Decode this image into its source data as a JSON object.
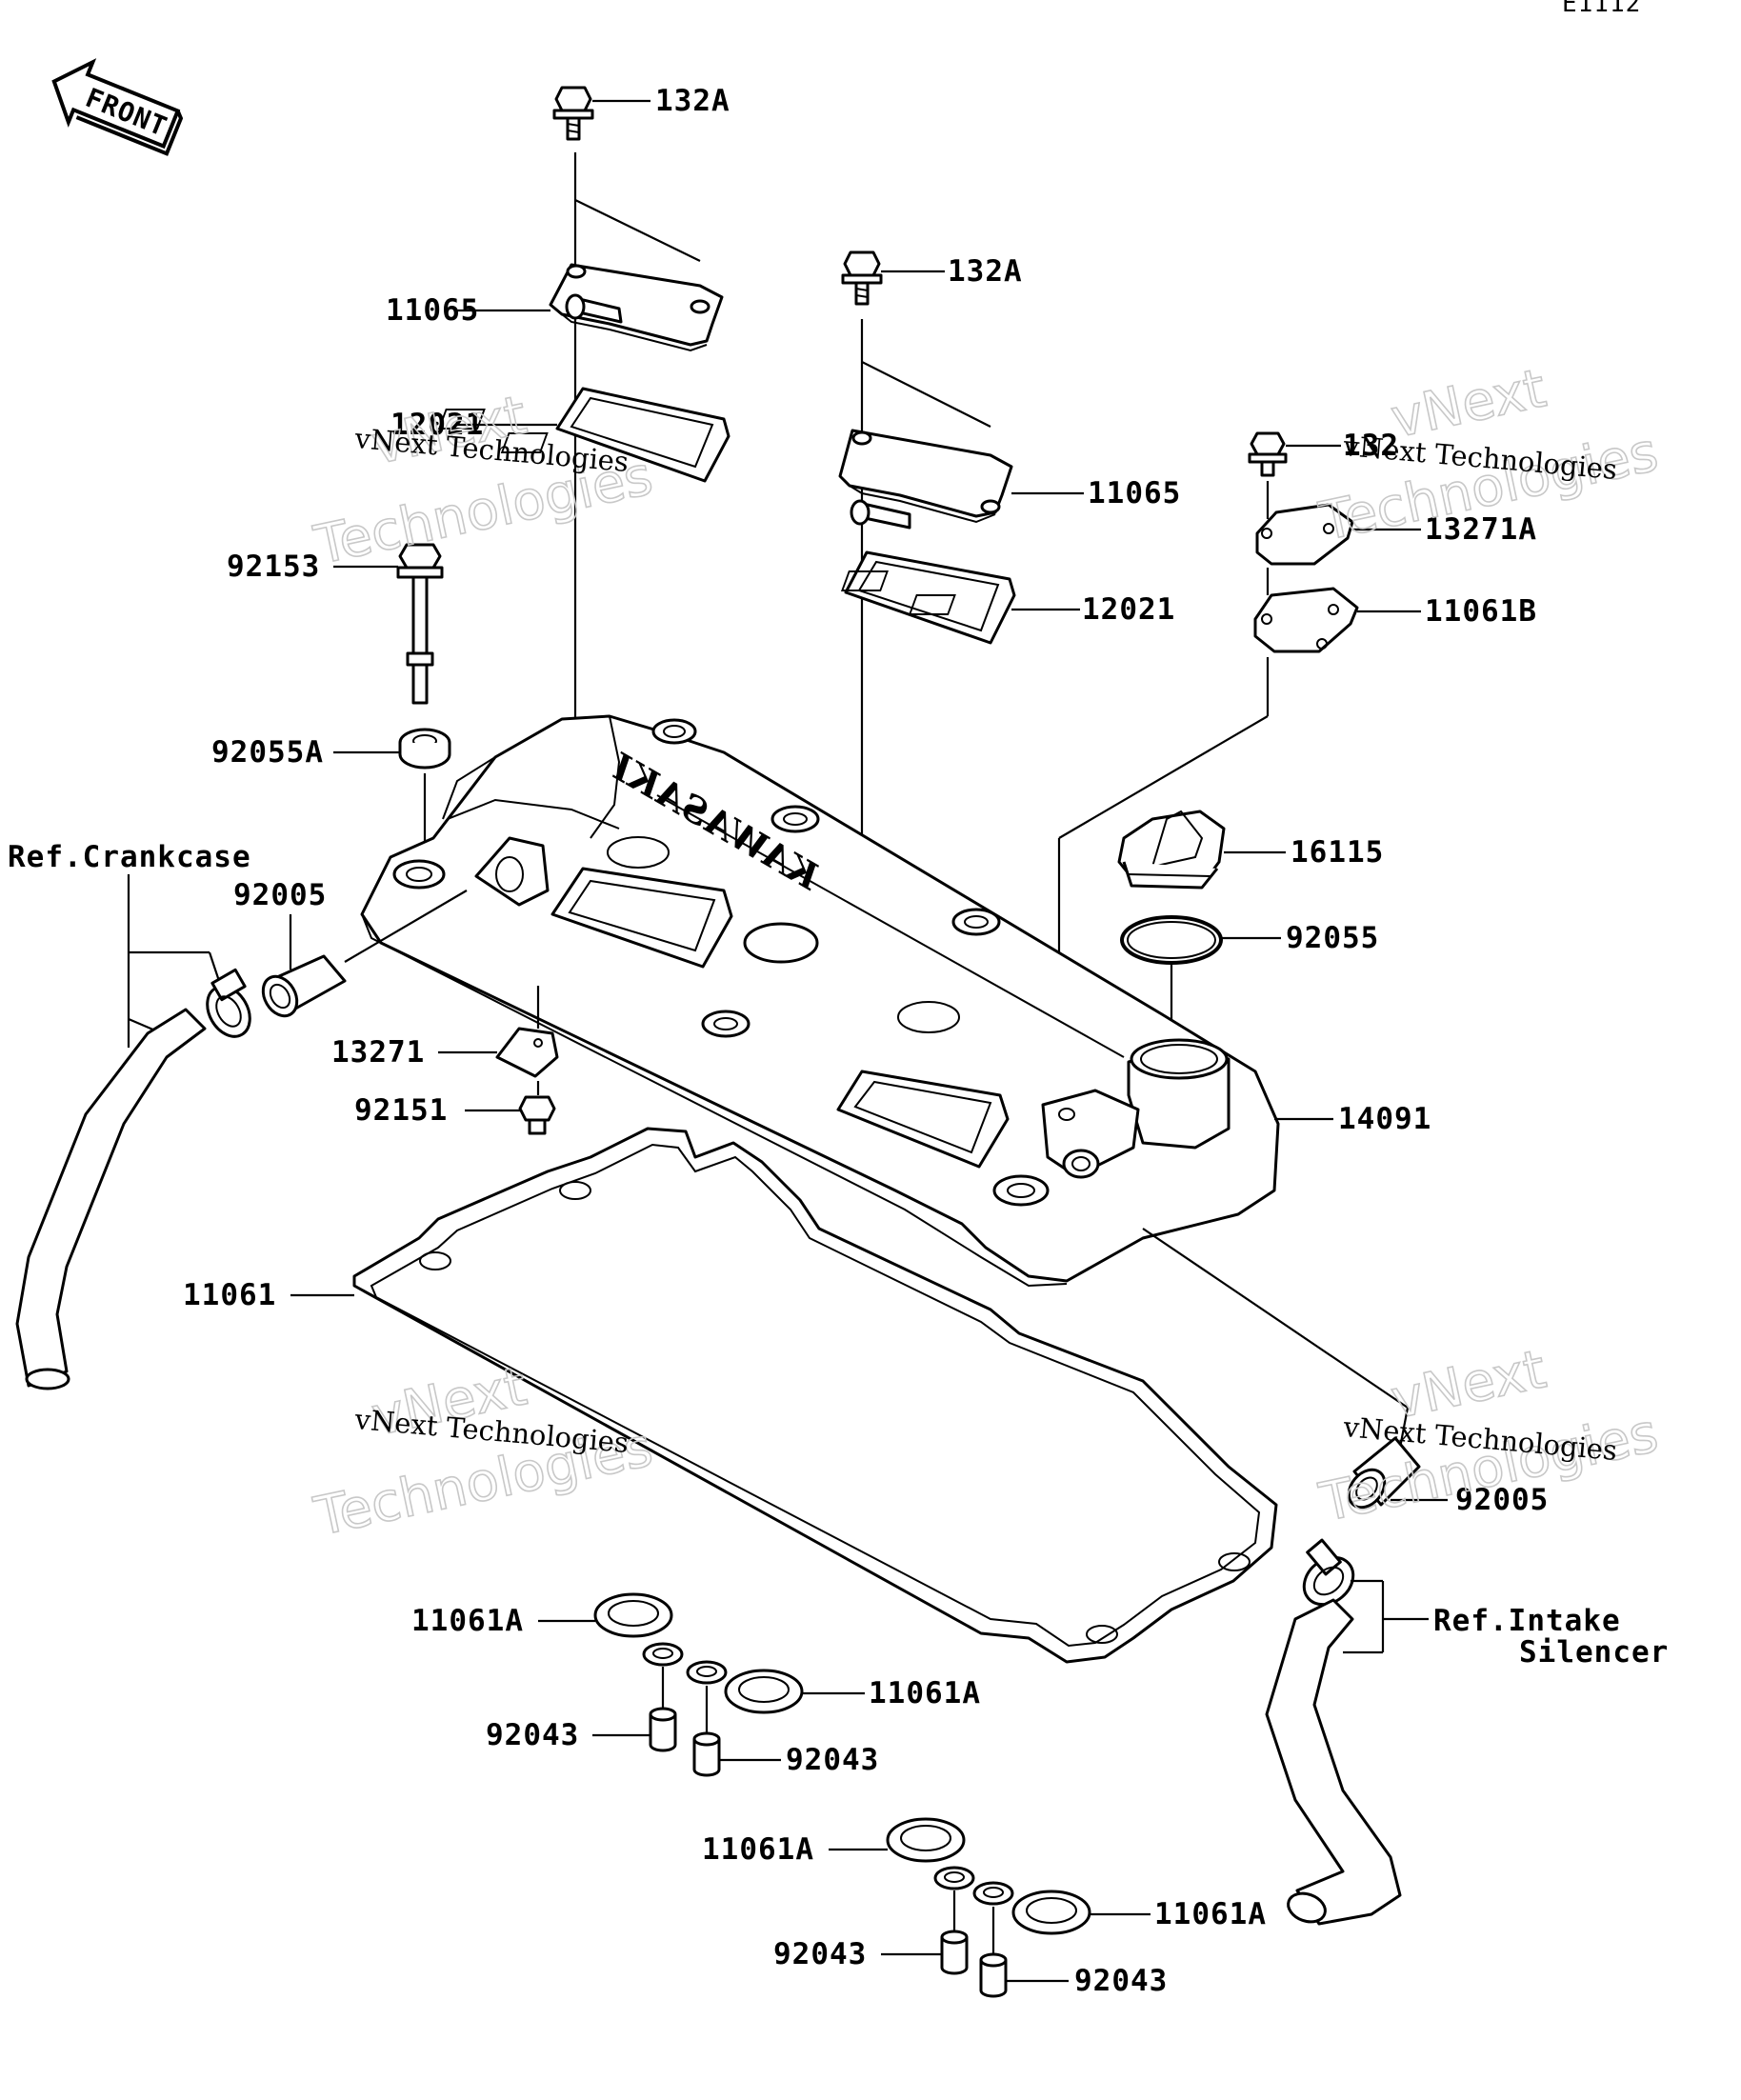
{
  "diagram_id": "E1112",
  "front_label": "FRONT",
  "brand_embossed": "KAWASAKI",
  "watermark": {
    "line1": "vNext Technologies",
    "line2": "vNext",
    "line3": "Technologies"
  },
  "labels": {
    "p132a_1": "132A",
    "p132a_2": "132A",
    "p132": "132",
    "p11065_1": "11065",
    "p11065_2": "11065",
    "p12021_1": "12021",
    "p12021_2": "12021",
    "p13271a": "13271A",
    "p11061b": "11061B",
    "p92153": "92153",
    "p92055a": "92055A",
    "p16115": "16115",
    "p92055": "92055",
    "ref_crankcase": "Ref.Crankcase",
    "p92005_1": "92005",
    "p92005_2": "92005",
    "p13271": "13271",
    "p92151": "92151",
    "p14091": "14091",
    "p11061": "11061",
    "ref_intake_1": "Ref.Intake",
    "ref_intake_2": "Silencer",
    "p11061a_1": "11061A",
    "p11061a_2": "11061A",
    "p11061a_3": "11061A",
    "p11061a_4": "11061A",
    "p92043_1": "92043",
    "p92043_2": "92043",
    "p92043_3": "92043",
    "p92043_4": "92043"
  }
}
